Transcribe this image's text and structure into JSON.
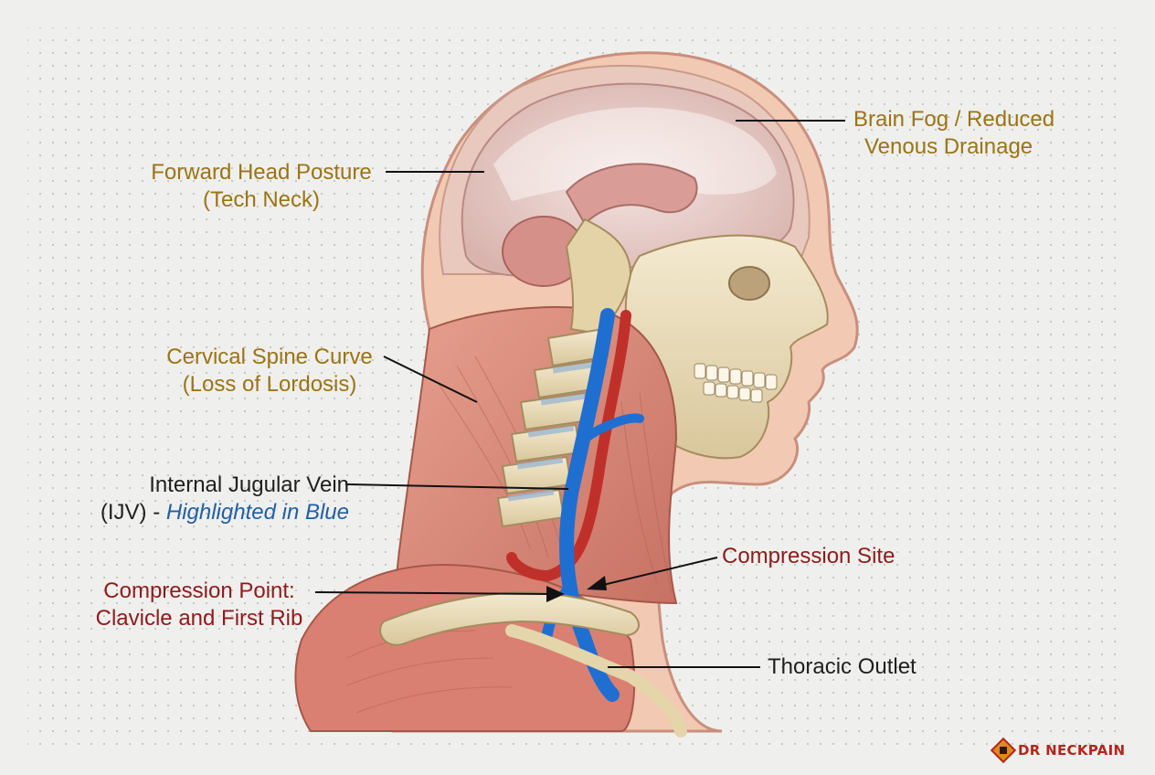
{
  "labels": {
    "brain_fog_line1": "Brain Fog / Reduced",
    "brain_fog_line2": "Venous Drainage",
    "forward_head_line1": "Forward Head Posture",
    "forward_head_line2": "(Tech Neck)",
    "cervical_line1": "Cervical Spine Curve",
    "cervical_line2": "(Loss of Lordosis)",
    "ijv_line1": "Internal Jugular Vein",
    "ijv_line2_prefix": "(IJV) - ",
    "ijv_line2_highlight": "Highlighted in Blue",
    "compression_site": "Compression Site",
    "compression_point_line1": "Compression Point:",
    "compression_point_line2": "Clavicle and First Rib",
    "thoracic_outlet": "Thoracic Outlet"
  },
  "logo": {
    "text": "DR NECKPAIN"
  },
  "colors": {
    "gold_label": "#9b7414",
    "red_label": "#8e1b1b",
    "dark_label": "#1f1f1f",
    "vein_blue": "#1f6fd1",
    "artery_red": "#c0302a",
    "skin": "#f2c9b3",
    "muscle": "#d98a7c",
    "bone": "#eadcb8",
    "brain": "#e6c9c4"
  }
}
